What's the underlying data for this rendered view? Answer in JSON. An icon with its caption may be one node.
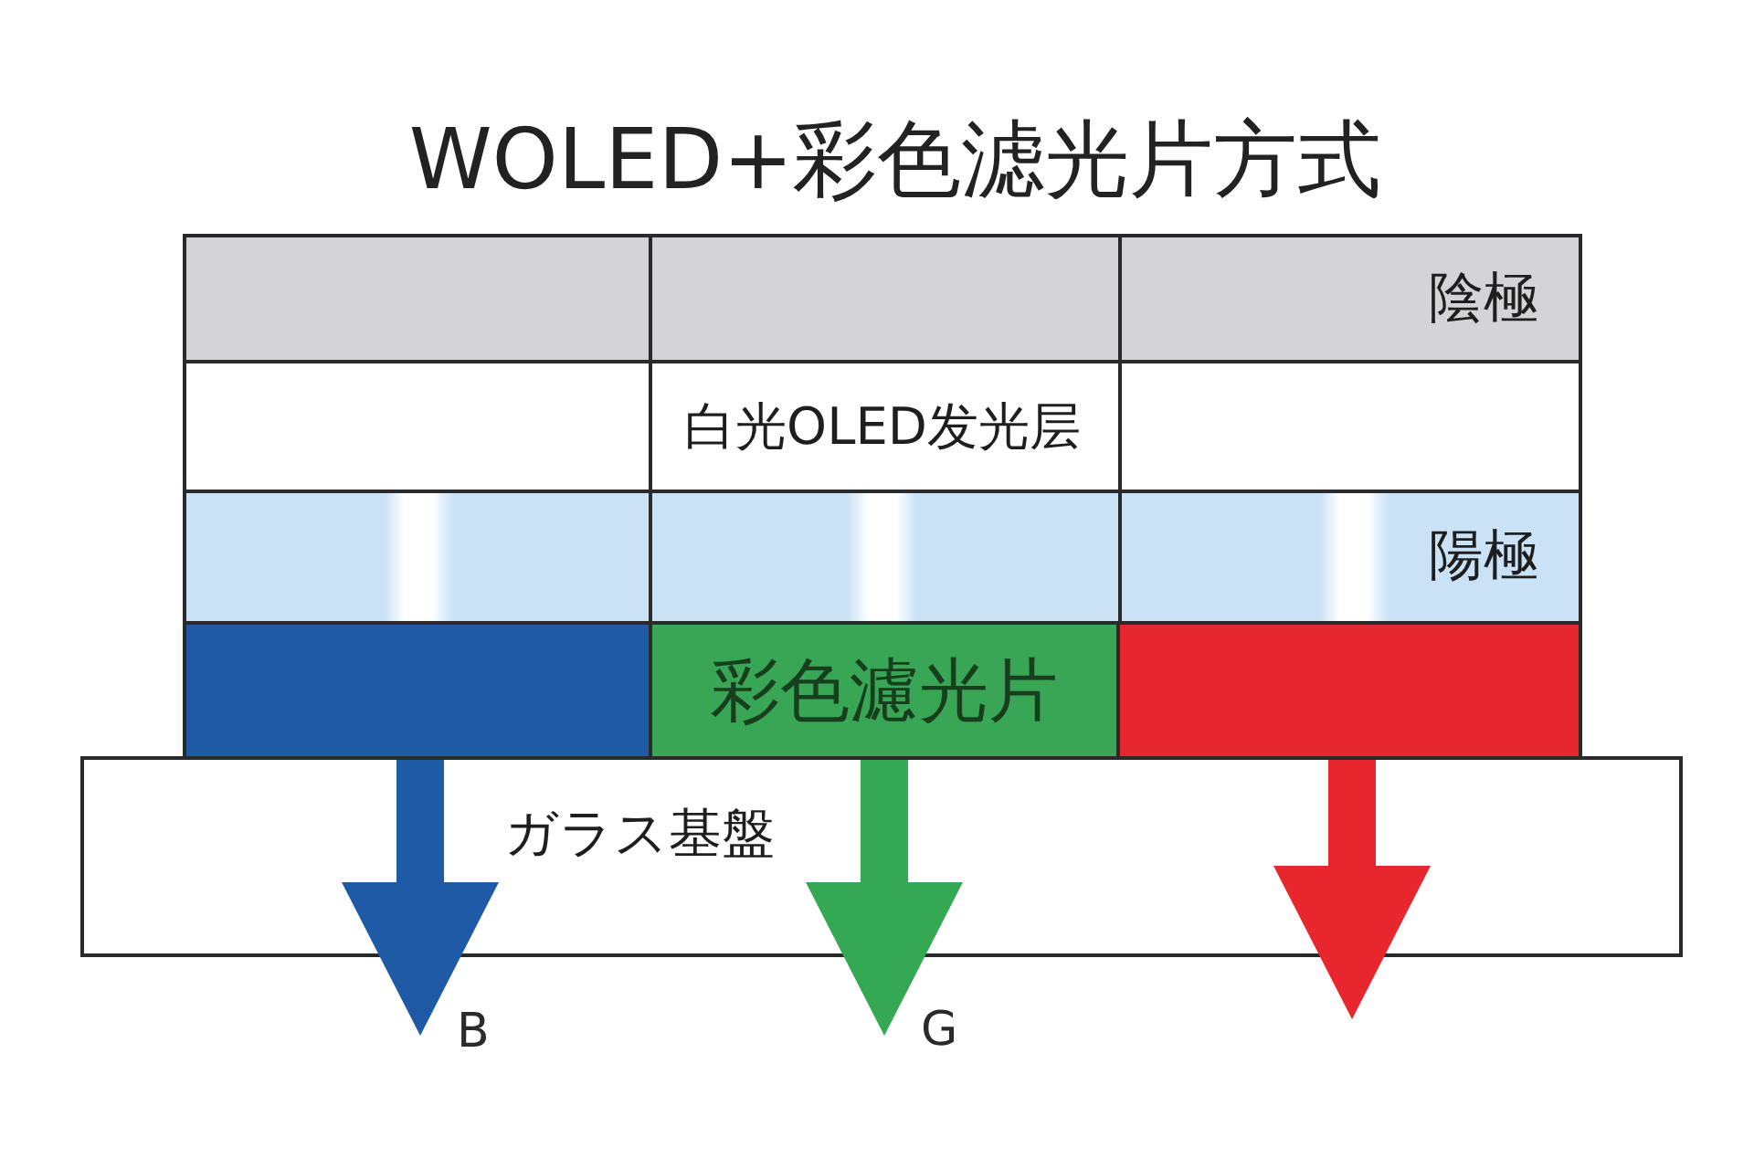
{
  "diagram": {
    "title": "WOLED+彩色滤光片方式",
    "nodes": [
      {
        "text": [
          "陰極"
        ]
      },
      {
        "text": [
          "白光OLED发光层"
        ]
      },
      {
        "text": [
          "陽極"
        ]
      },
      {
        "text": [],
        "shape": "bar"
      },
      {
        "text": [
          "彩色濾光片"
        ]
      },
      {
        "text": [],
        "shape": "bar"
      },
      {
        "text": [
          "ガラス基盤"
        ]
      }
    ],
    "labels": [
      "B",
      "G"
    ]
  }
}
